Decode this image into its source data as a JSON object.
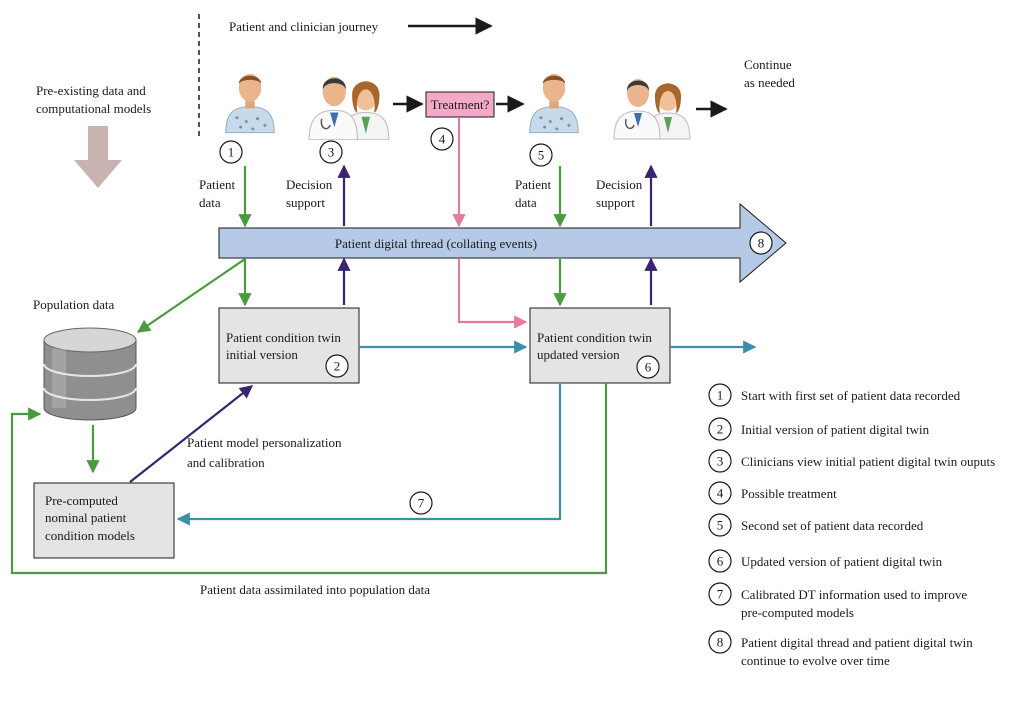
{
  "journey": {
    "label": "Patient and clinician journey",
    "continue_line1": "Continue",
    "continue_line2": "as needed"
  },
  "preexisting": {
    "line1": "Pre-existing data and",
    "line2": "computational models"
  },
  "treatment": {
    "label": "Treatment?",
    "number": "4"
  },
  "steps": {
    "patient1": "1",
    "clinician1": "3",
    "patient2": "5"
  },
  "flows": {
    "patient_data_1": {
      "line1": "Patient",
      "line2": "data"
    },
    "decision_support_1": {
      "line1": "Decision",
      "line2": "support"
    },
    "patient_data_2": {
      "line1": "Patient",
      "line2": "data"
    },
    "decision_support_2": {
      "line1": "Decision",
      "line2": "support"
    }
  },
  "thread": {
    "label": "Patient digital thread (collating events)",
    "number": "8"
  },
  "population": {
    "label": "Population data"
  },
  "twin_initial": {
    "line1": "Patient condition twin",
    "line2": "initial version",
    "number": "2"
  },
  "twin_updated": {
    "line1": "Patient condition twin",
    "line2": "updated version",
    "number": "6"
  },
  "personalization": {
    "line1": "Patient model personalization",
    "line2": "and calibration"
  },
  "precomputed": {
    "line1": "Pre-computed",
    "line2": "nominal patient",
    "line3": "condition models"
  },
  "calibration_feedback": {
    "number": "7"
  },
  "assimilation": {
    "label": "Patient data assimilated into population data"
  },
  "legend": [
    {
      "number": "1",
      "lines": [
        "Start with first set of patient data recorded"
      ]
    },
    {
      "number": "2",
      "lines": [
        "Initial version of patient digital twin"
      ]
    },
    {
      "number": "3",
      "lines": [
        "Clinicians view initial patient digital twin ouputs"
      ]
    },
    {
      "number": "4",
      "lines": [
        "Possible treatment"
      ]
    },
    {
      "number": "5",
      "lines": [
        "Second set of patient data recorded"
      ]
    },
    {
      "number": "6",
      "lines": [
        "Updated version of patient digital twin"
      ]
    },
    {
      "number": "7",
      "lines": [
        "Calibrated DT information used to improve",
        "pre-computed models"
      ]
    },
    {
      "number": "8",
      "lines": [
        "Patient digital thread and patient digital twin",
        "continue to evolve over time"
      ]
    }
  ],
  "colors": {
    "patient_data": "#4a9a3e",
    "decision_support": "#3a2470",
    "treatment": "#e8799f",
    "calibration": "#3e8fa6",
    "thread_fill": "#b6c9e6",
    "box_fill": "#e4e4e4",
    "treatment_fill": "#f5a9c8",
    "down_arrow": "#c9b3b0"
  },
  "icons": {
    "patient": "patient-avatar-icon",
    "clinicians": "clinician-pair-icon",
    "database": "database-cylinder-icon"
  }
}
